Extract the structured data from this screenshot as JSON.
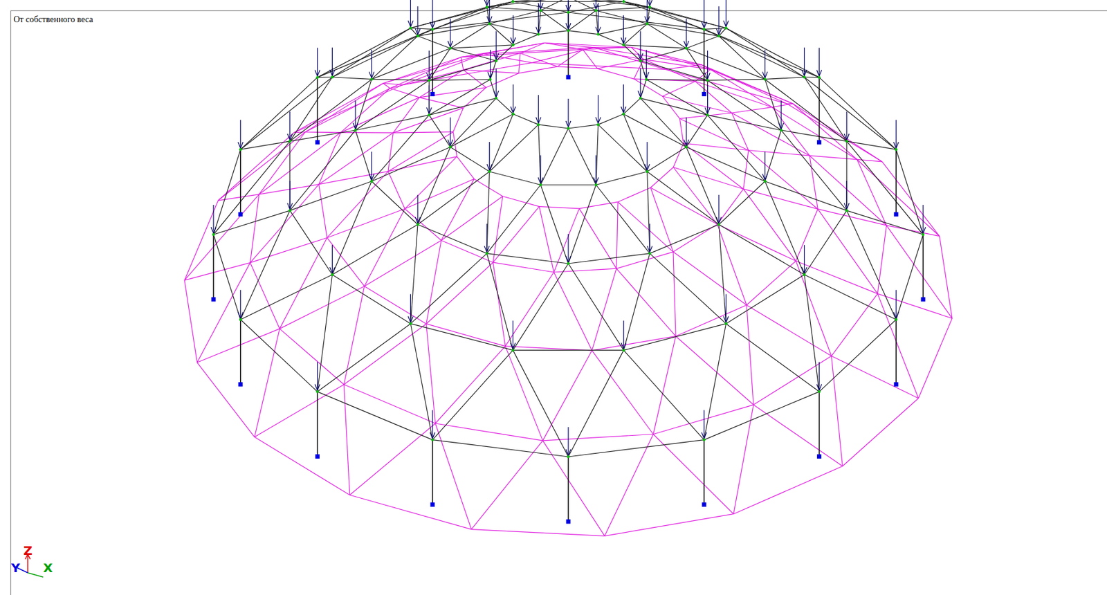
{
  "diagram": {
    "title": "От собственного веса",
    "labels": [
      "Y",
      "Z",
      "X"
    ]
  }
}
